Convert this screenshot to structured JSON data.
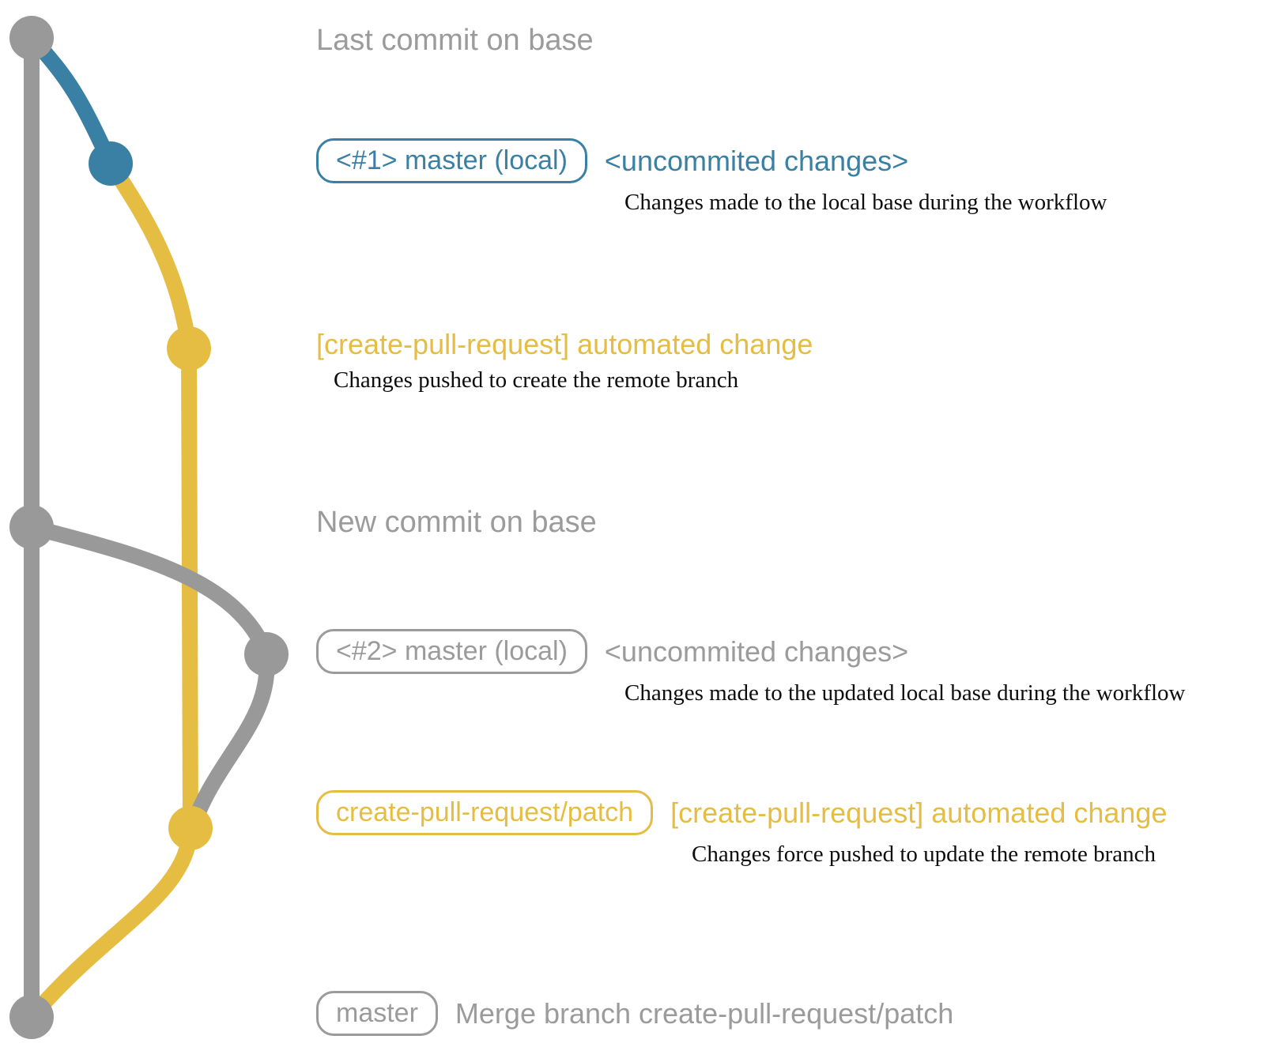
{
  "colors": {
    "gray": "#999999",
    "graytext": "#9b9b9b",
    "blue": "#3a80a4",
    "yellow": "#e6bd43",
    "desc": "#0d0d0d"
  },
  "rows": [
    {
      "label": "Last commit on base"
    },
    {
      "box": "<#1> master (local)",
      "message": "<uncommited changes>",
      "description": "Changes made to the local base during the workflow"
    },
    {
      "message": "[create-pull-request] automated change",
      "description": "Changes pushed to create the remote branch"
    },
    {
      "label": "New commit on base"
    },
    {
      "box": "<#2> master (local)",
      "message": "<uncommited changes>",
      "description": "Changes made to the updated local base during the workflow"
    },
    {
      "box": "create-pull-request/patch",
      "message": "[create-pull-request] automated change",
      "description": "Changes force pushed to update the remote branch"
    },
    {
      "box": "master",
      "message": "Merge branch create-pull-request/patch"
    }
  ]
}
